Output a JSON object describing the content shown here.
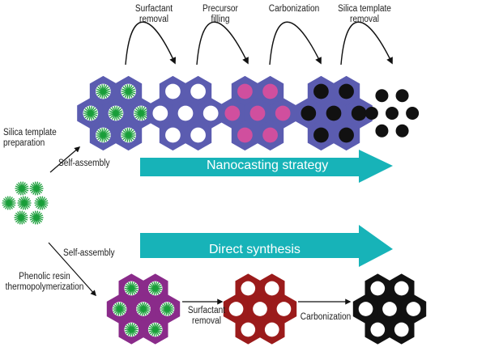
{
  "top_steps": [
    "Surfactant\nremoval",
    "Precursor\nfilling",
    "Carbonization",
    "Silica template\nremoval"
  ],
  "left_labels": {
    "silica_prep": "Silica template\npreparation",
    "self_assembly_top": "Self-assembly",
    "self_assembly_bottom": "Self-assembly",
    "phenolic": "Phenolic resin\nthermopolymerization"
  },
  "arrows": {
    "nanocasting": "Nanocasting strategy",
    "direct": "Direct synthesis"
  },
  "bottom_steps": [
    "Surfactant\nremoval",
    "Carbonization"
  ],
  "colors": {
    "silica": "#5b5cb0",
    "micelle": "#1a9e3a",
    "precursor": "#d04f9e",
    "carbon": "#111111",
    "phenolic_composite": "#8a2b8a",
    "polymer": "#9b1b1b",
    "process_arrow": "#17b3b8"
  }
}
